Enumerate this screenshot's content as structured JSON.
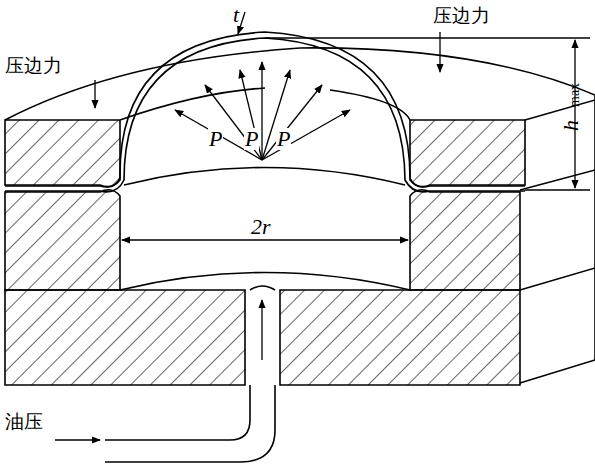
{
  "diagram": {
    "labels": [
      "t",
      "压边力",
      "压边力",
      "h",
      "max",
      "P",
      "P",
      "P",
      "2r",
      "油压"
    ]
  }
}
